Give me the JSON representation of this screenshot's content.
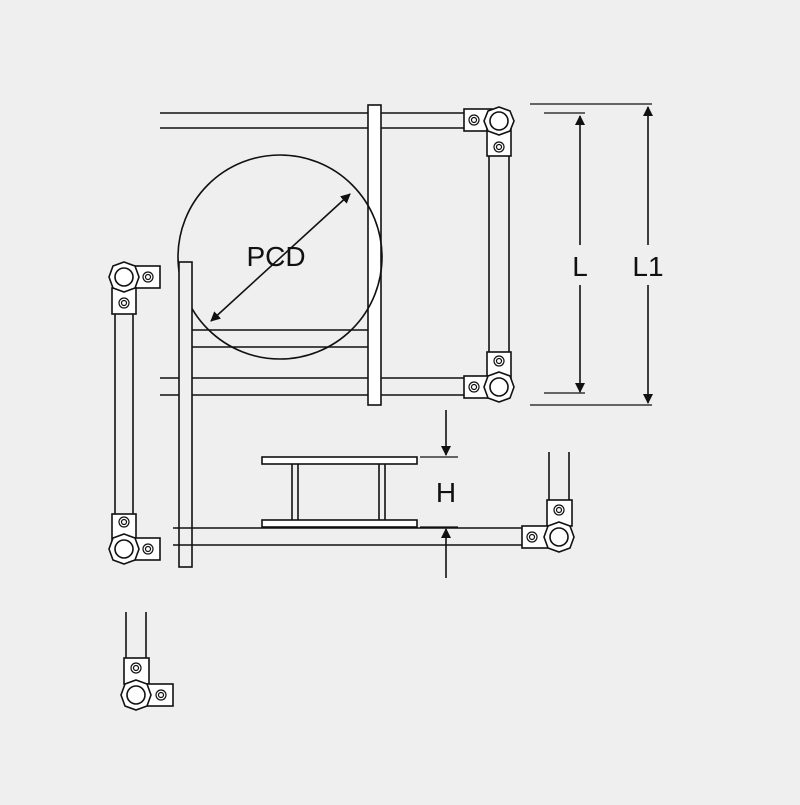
{
  "background_color": "#efefef",
  "line_color": "#111111",
  "labels": {
    "pcd": "PCD",
    "l": "L",
    "l1": "L1",
    "h": "H"
  }
}
